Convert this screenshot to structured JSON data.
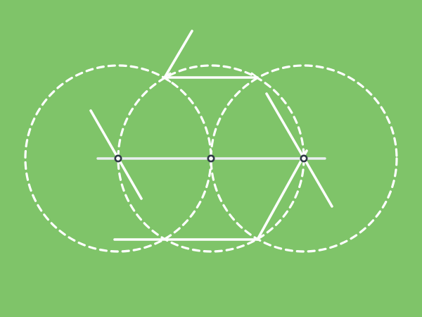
{
  "colors": {
    "background": "#7fc469",
    "stroke": "#ffffff",
    "axis": "#e9eef0",
    "node_fill": "#ffffff",
    "node_stroke": "#2f3b46"
  },
  "diagram": {
    "type": "construction-diagram",
    "circles": 3,
    "nodes": 3,
    "segments": 6
  }
}
